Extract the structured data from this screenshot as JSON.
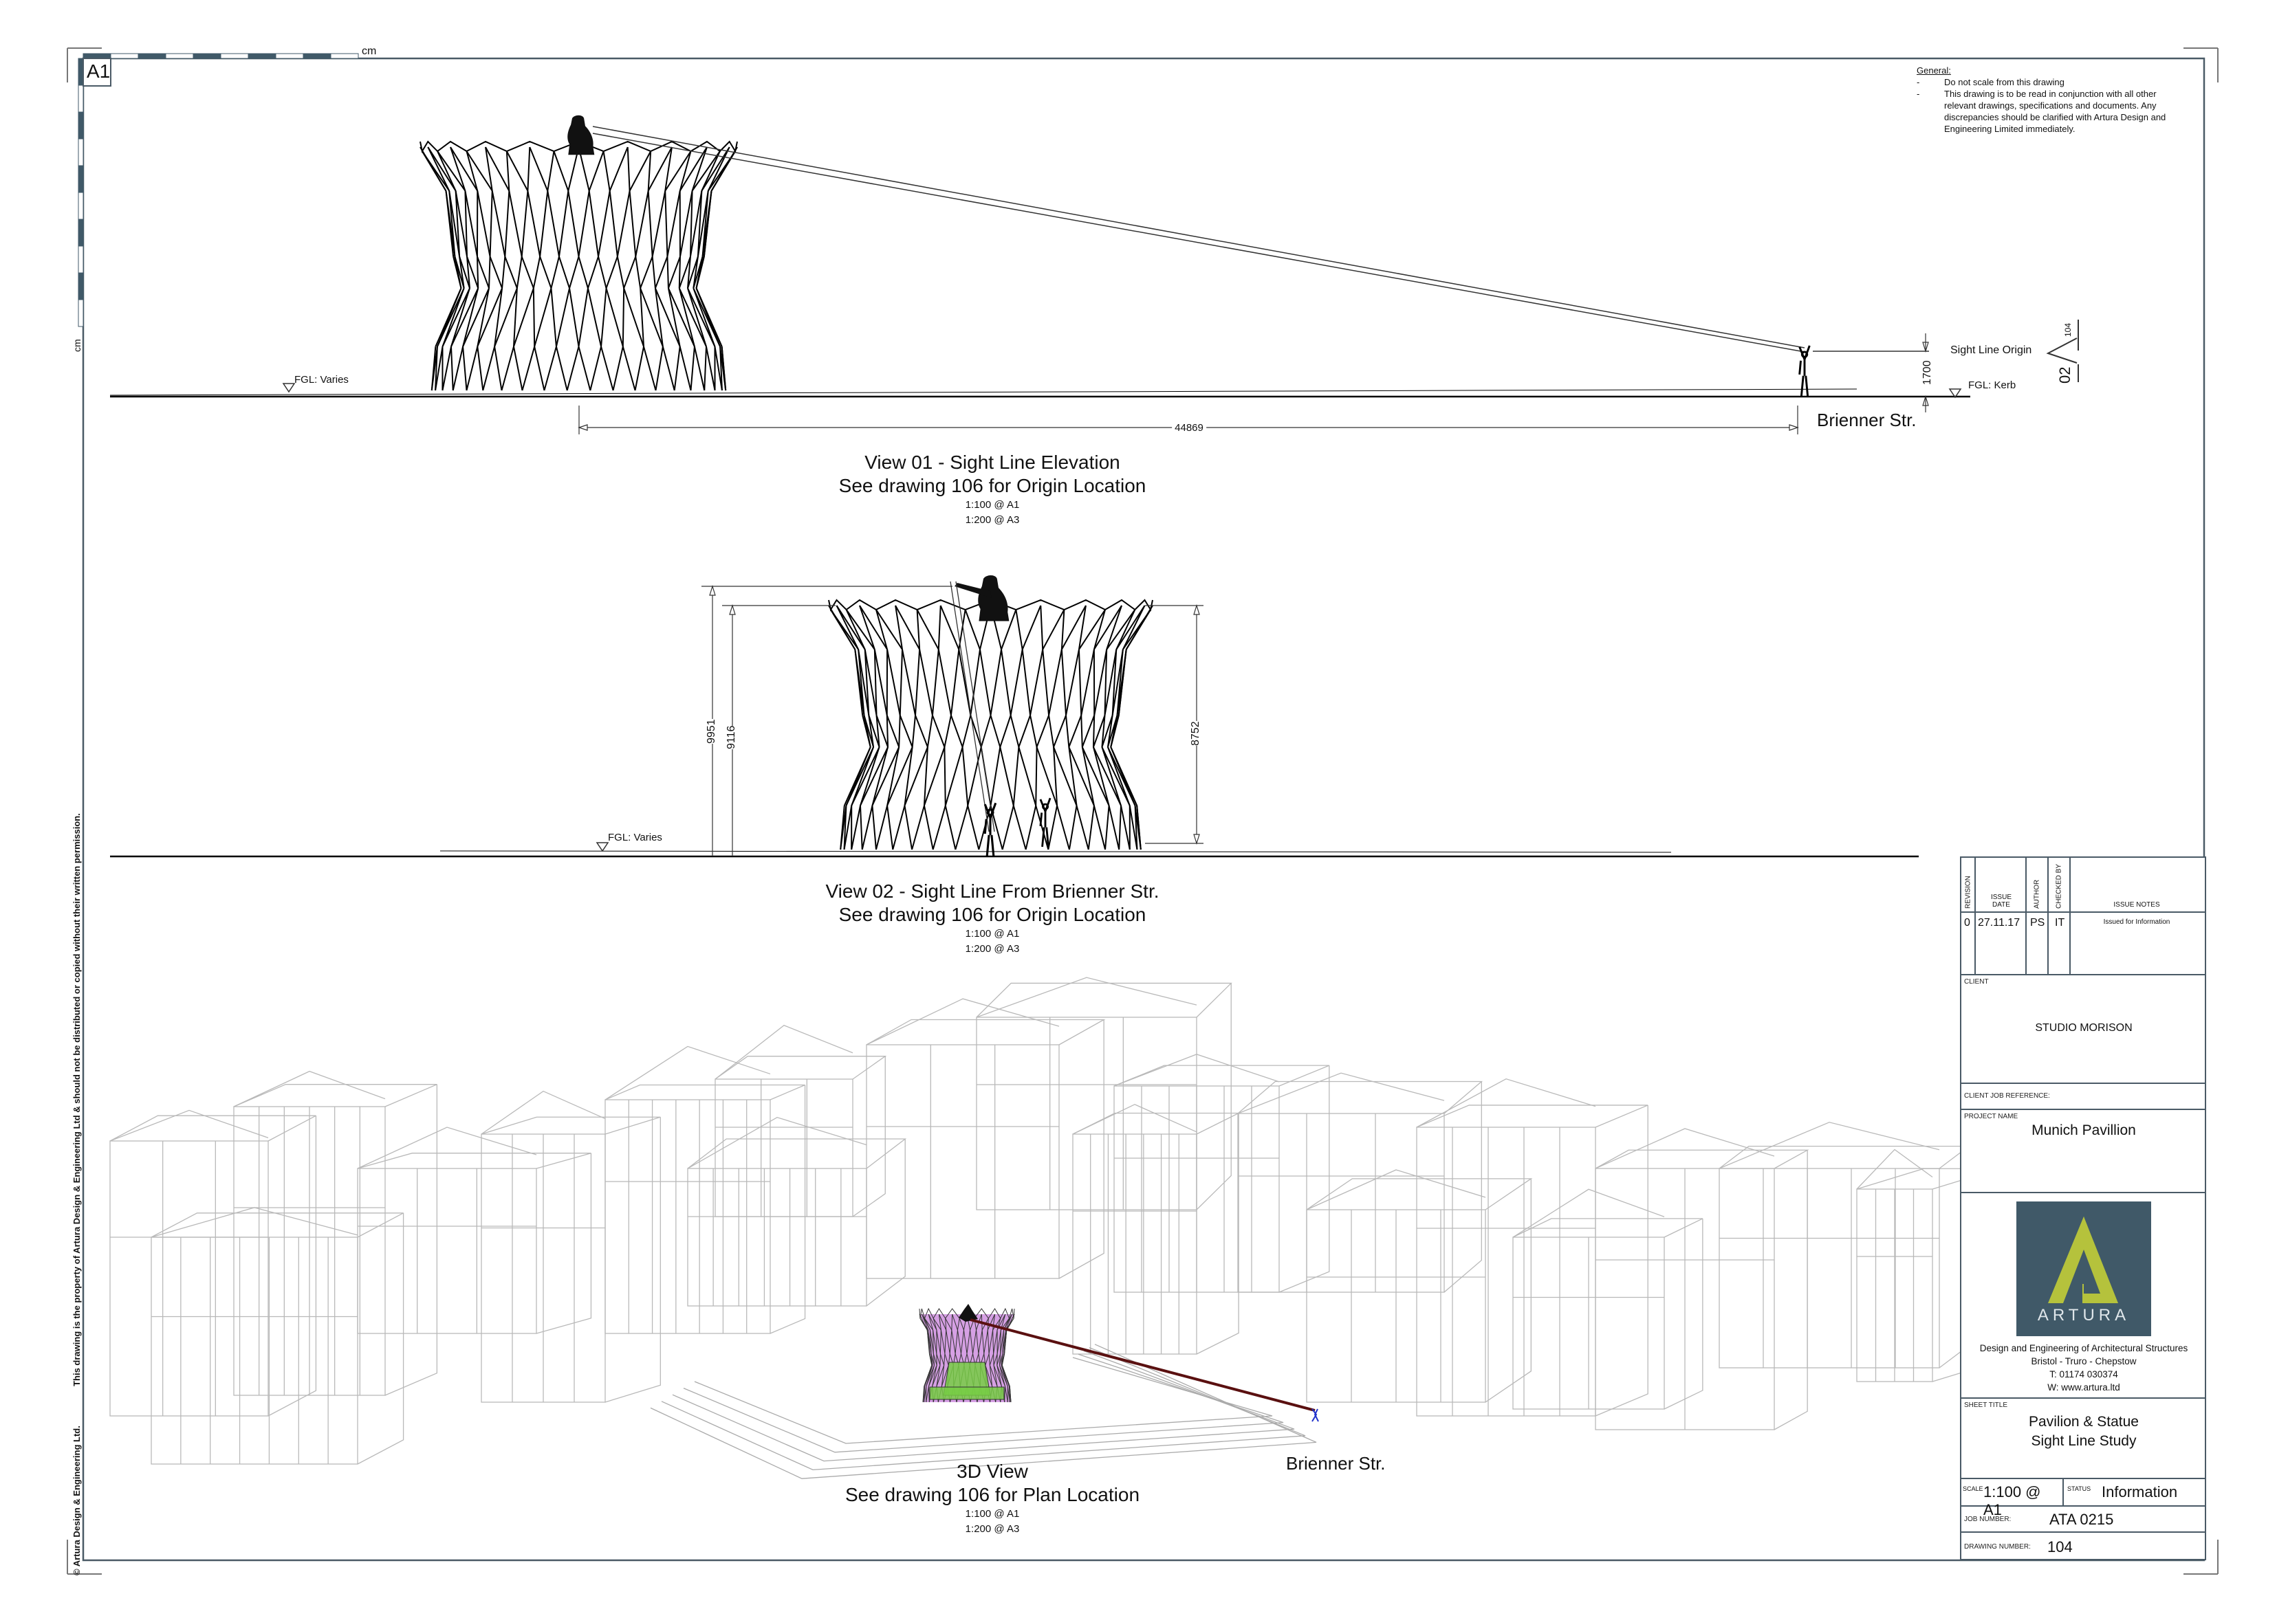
{
  "sheet": {
    "size_label": "A1",
    "scale_bar_unit": "cm",
    "side_unit": "cm"
  },
  "notes": {
    "heading": "General:",
    "items": [
      "Do not scale from this drawing",
      "This drawing is to be read in conjunction with all other relevant drawings, specifications and documents. Any discrepancies should be clarified with Artura Design and Engineering Limited immediately."
    ]
  },
  "copyright": {
    "owner": "© Artura Design & Engineering Ltd.",
    "statement": "This drawing is the property of Artura Design & Engineering Ltd & should not be distributed or copied without their written permission."
  },
  "view01": {
    "fgl_left": "FGL: Varies",
    "fgl_right": "FGL: Kerb",
    "sight_line_label": "Sight Line Origin",
    "dim_height": "1700",
    "dim_distance": "44869",
    "street_label": "Brienner Str.",
    "section_marker": {
      "number": "02",
      "sheet": "104"
    },
    "title": "View 01 - Sight Line Elevation",
    "subtitle": "See drawing 106 for Origin Location",
    "scale1": "1:100 @ A1",
    "scale2": "1:200 @ A3"
  },
  "view02": {
    "fgl_left": "FGL: Varies",
    "dim_statue": "9951",
    "dim_pavilion_left": "9116",
    "dim_pavilion_right": "8752",
    "title": "View 02 - Sight Line From Brienner Str.",
    "subtitle": "See drawing 106 for Origin Location",
    "scale1": "1:100 @ A1",
    "scale2": "1:200 @ A3"
  },
  "view3d": {
    "street_label": "Brienner Str.",
    "title": "3D View",
    "subtitle": "See drawing 106 for Plan Location",
    "scale1": "1:100 @ A1",
    "scale2": "1:200 @ A3",
    "colors": {
      "pavilion": "#cc88dd",
      "statue_base": "#77cc44",
      "sight_line": "#5a1010",
      "person": "#2233cc"
    }
  },
  "title_block": {
    "revision_headers": {
      "revision": "REVISION",
      "issue_date": "ISSUE DATE",
      "author": "AUTHOR",
      "checked_by": "CHECKED BY",
      "issue_notes": "ISSUE NOTES"
    },
    "revisions": [
      {
        "revision": "0",
        "issue_date": "27.11.17",
        "author": "PS",
        "checked_by": "IT",
        "issue_notes": "Issued for Information"
      }
    ],
    "client_label": "CLIENT",
    "client": "STUDIO MORISON",
    "client_job_ref_label": "CLIENT JOB REFERENCE:",
    "project_name_label": "PROJECT NAME",
    "project_name": "Munich Pavillion",
    "company": {
      "logo_text": "ARTURA",
      "tagline": "Design and Engineering of Architectural Structures",
      "locations": "Bristol - Truro - Chepstow",
      "phone": "T: 01174 030374",
      "web": "W: www.artura.ltd",
      "brand_color": "#405968",
      "accent_color": "#b5c23c"
    },
    "sheet_title_label": "SHEET TITLE",
    "sheet_title_line1": "Pavilion & Statue",
    "sheet_title_line2": "Sight Line Study",
    "scale_label": "SCALE",
    "scale": "1:100 @ A1",
    "status_label": "STATUS",
    "status": "Information",
    "job_number_label": "JOB NUMBER:",
    "job_number": "ATA 0215",
    "drawing_number_label": "DRAWING NUMBER:",
    "drawing_number": "104"
  }
}
